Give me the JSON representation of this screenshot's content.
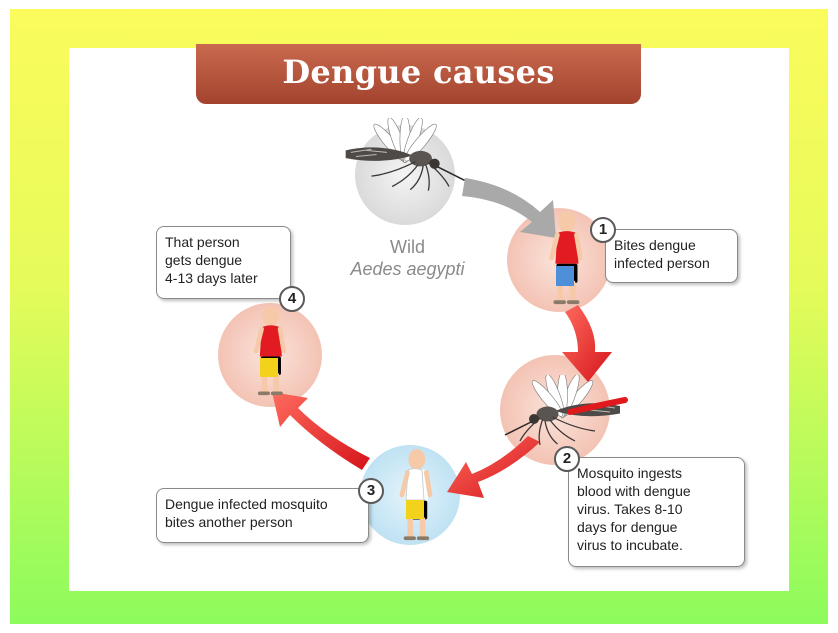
{
  "title": "Dengue causes",
  "center": {
    "line1": "Wild",
    "line2": "Aedes aegypti"
  },
  "steps": [
    {
      "number": "1",
      "text": "Bites dengue\ninfected person"
    },
    {
      "number": "2",
      "text": "Mosquito ingests\nblood with dengue\nvirus. Takes 8-10\ndays for dengue\nvirus to incubate."
    },
    {
      "number": "3",
      "text": "Dengue infected mosquito\nbites another person"
    },
    {
      "number": "4",
      "text": "That person\ngets dengue\n4-13 days later"
    }
  ],
  "colors": {
    "frame_top": "#fbfb5c",
    "frame_bottom": "#8dfb5c",
    "banner": "#a3432e",
    "arrow_red": "#e0191c",
    "arrow_gray": "#a9a9a9",
    "infected_glow": "#f6cfc3",
    "healthy_glow": "#cde9f6"
  },
  "icons": [
    "mosquito-icon",
    "person-icon",
    "cycle-arrow-icon"
  ]
}
